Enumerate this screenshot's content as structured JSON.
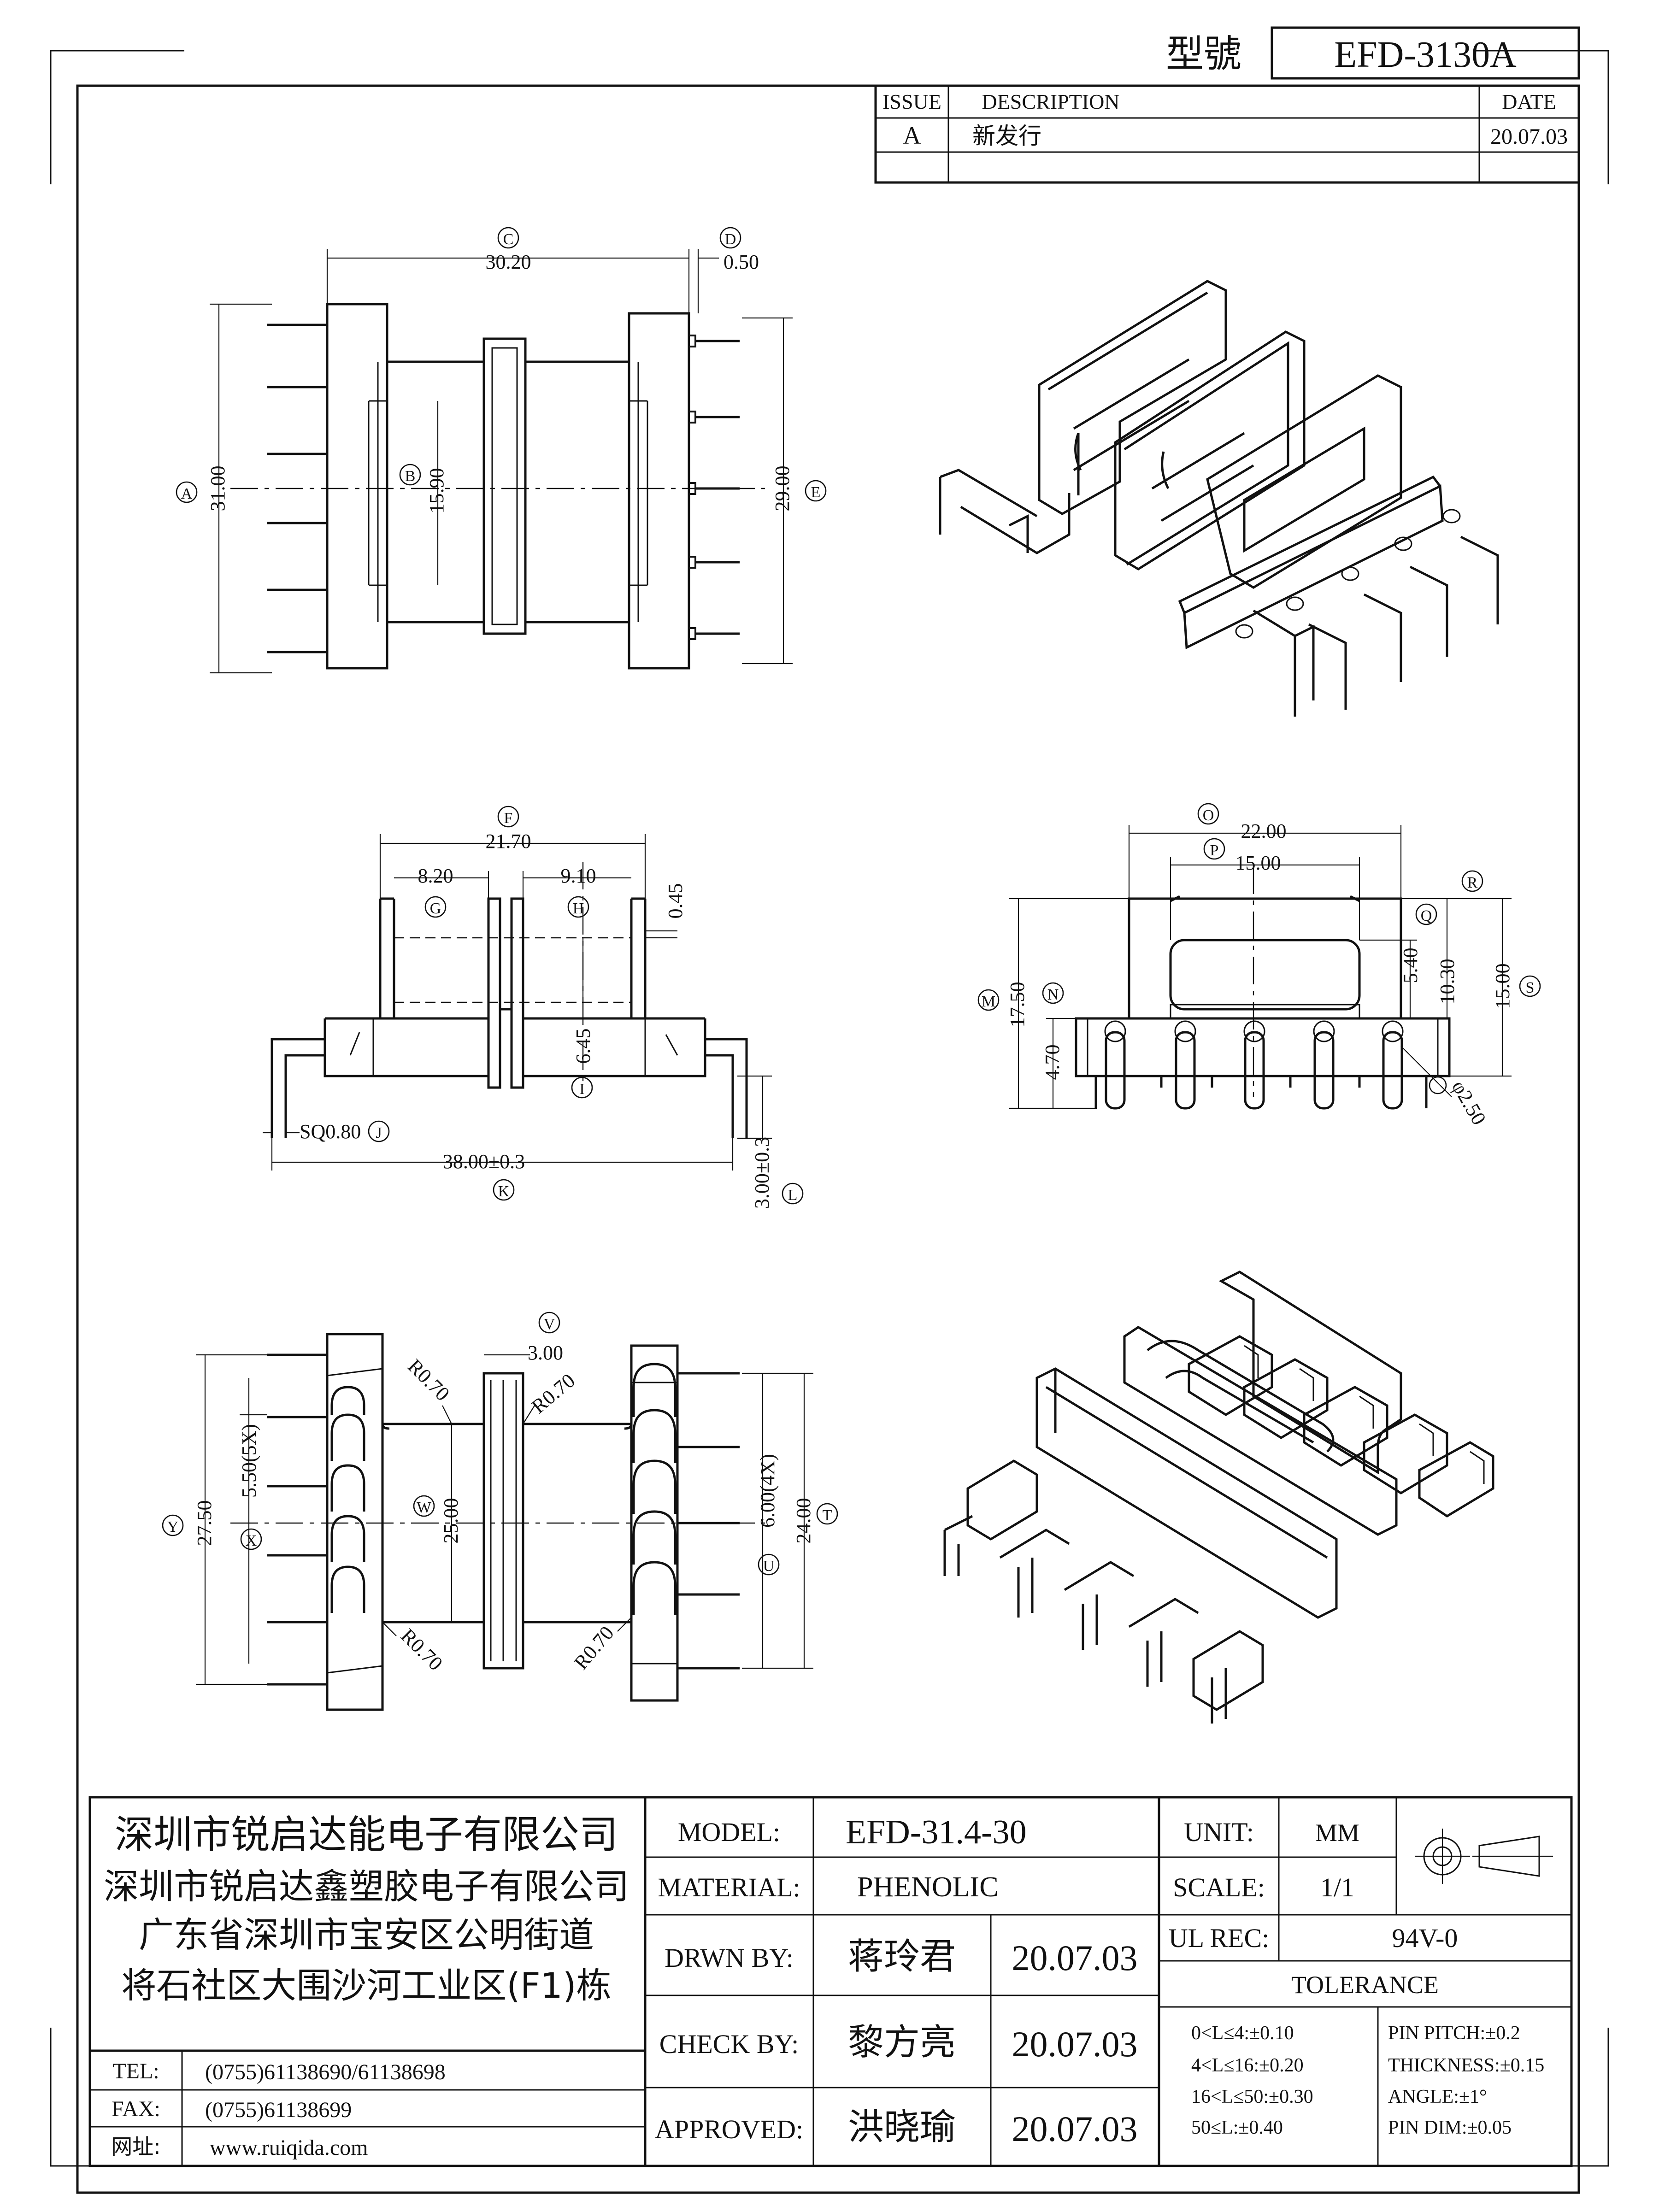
{
  "header": {
    "model_label": "型號",
    "model_value": "EFD-3130A"
  },
  "revision": {
    "headers": [
      "ISSUE",
      "DESCRIPTION",
      "DATE"
    ],
    "rows": [
      {
        "issue": "A",
        "description": "新发行",
        "date": "20.07.03"
      },
      {
        "issue": "",
        "description": "",
        "date": ""
      }
    ]
  },
  "view_top": {
    "dims": {
      "C": "30.20",
      "D": "0.50",
      "A": "31.00",
      "B": "15.90",
      "E": "29.00"
    }
  },
  "view_front": {
    "dims": {
      "F": "21.70",
      "G": "8.20",
      "H": "9.10",
      "h_small": "0.45",
      "I": "6.45",
      "J": "SQ0.80",
      "K": "38.00±0.3",
      "L": "3.00±0.3"
    }
  },
  "view_side": {
    "dims": {
      "O": "22.00",
      "P": "15.00",
      "Q": "5.40",
      "R": "10.30",
      "S": "15.00",
      "M": "17.50",
      "N": "4.70",
      "pin_dia": "φ2.50"
    }
  },
  "view_bottom": {
    "dims": {
      "V": "3.00",
      "W": "25.00",
      "X": "5.50(5X)",
      "Y": "27.50",
      "U": "6.00(4X)",
      "T": "24.00",
      "r1": "R0.70",
      "r2": "R0.70",
      "r3": "R0.70",
      "r4": "R0.70"
    }
  },
  "company": {
    "lines": [
      "深圳市锐启达能电子有限公司",
      "深圳市锐启达鑫塑胶电子有限公司",
      "广东省深圳市宝安区公明街道",
      "将石社区大围沙河工业区(F1)栋"
    ],
    "contacts": [
      {
        "label": "TEL:",
        "value": "(0755)61138690/61138698"
      },
      {
        "label": "FAX:",
        "value": "(0755)61138699"
      },
      {
        "label": "网址:",
        "value": "www.ruiqida.com"
      }
    ]
  },
  "title_block": {
    "model_label": "MODEL:",
    "model_value": "EFD-31.4-30",
    "material_label": "MATERIAL:",
    "material_value": "PHENOLIC",
    "drawn_label": "DRWN BY:",
    "drawn_name": "蒋玲君",
    "drawn_date": "20.07.03",
    "check_label": "CHECK BY:",
    "check_name": "黎方亮",
    "check_date": "20.07.03",
    "approved_label": "APPROVED:",
    "approved_name": "洪晓瑜",
    "approved_date": "20.07.03",
    "unit_label": "UNIT:",
    "unit_value": "MM",
    "scale_label": "SCALE:",
    "scale_value": "1/1",
    "ul_label": "UL REC:",
    "ul_value": "94V-0",
    "tolerance_label": "TOLERANCE",
    "tolerances_left": [
      "0<L≤4:±0.10",
      "4<L≤16:±0.20",
      "16<L≤50:±0.30",
      "50≤L:±0.40"
    ],
    "tolerances_right": [
      "PIN PITCH:±0.2",
      "THICKNESS:±0.15",
      "ANGLE:±1°",
      "PIN DIM:±0.05"
    ]
  }
}
